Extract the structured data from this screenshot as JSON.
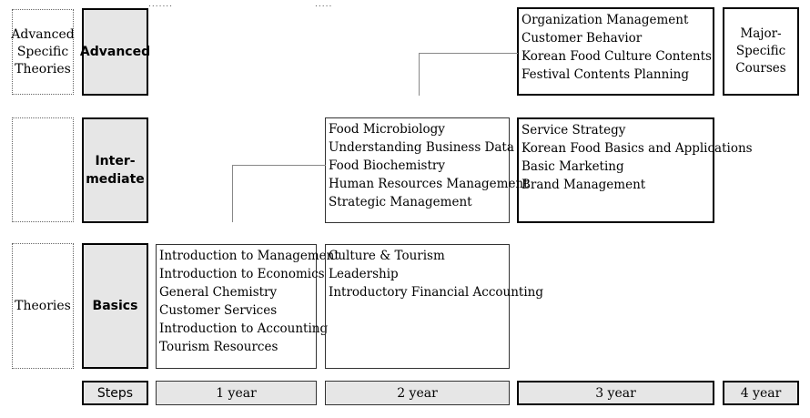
{
  "rows": {
    "advanced": {
      "side_label": "Advanced\nSpecific\nTheories",
      "step_label": "Advanced"
    },
    "intermediate": {
      "side_label": "",
      "step_label": "Inter-\nmediate"
    },
    "basics": {
      "side_label": "Theories",
      "step_label": "Basics"
    }
  },
  "courses": {
    "year3_advanced": [
      "Organization Management",
      "Customer Behavior",
      "Korean Food Culture Contents",
      "Festival Contents Planning"
    ],
    "year4_advanced": "Major-\nSpecific\nCourses",
    "year2_intermediate": [
      "Food Microbiology",
      "Understanding Business Data",
      "Food Biochemistry",
      "Human Resources Management",
      "Strategic Management"
    ],
    "year3_intermediate": [
      "Service Strategy",
      "Korean Food Basics and Applications",
      "Basic Marketing",
      "Brand Management"
    ],
    "year1_basics": [
      "Introduction to Management",
      "Introduction to Economics",
      "General Chemistry",
      "Customer Services",
      "Introduction to Accounting",
      "Tourism Resources"
    ],
    "year2_basics": [
      "Culture & Tourism",
      "Leadership",
      "Introductory Financial Accounting"
    ]
  },
  "footer": {
    "steps": "Steps",
    "year1": "1 year",
    "year2": "2 year",
    "year3": "3 year",
    "year4": "4 year"
  },
  "decorations": {
    "dots_a": ".......",
    "dots_b": "....."
  }
}
